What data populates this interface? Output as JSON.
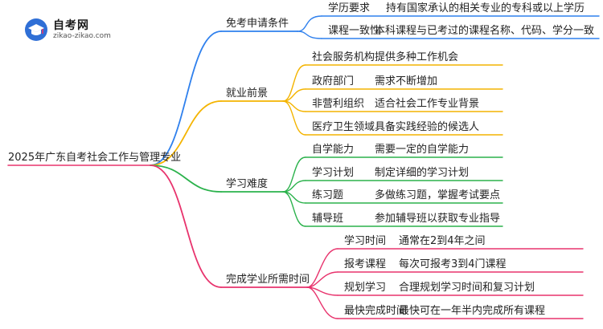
{
  "logo": {
    "title": "自考网",
    "url": "zikao-zikao.com"
  },
  "root": "2025年广东自考社会工作与管理专业",
  "branches": [
    {
      "label": "免考申请条件",
      "color": "#2f80ed",
      "items": [
        {
          "label": "学历要求",
          "detail": "持有国家承认的相关专业的专科或以上学历"
        },
        {
          "label": "课程一致性",
          "detail": "本科课程与已考过的课程名称、代码、学分一致"
        }
      ]
    },
    {
      "label": "就业前景",
      "color": "#f4b400",
      "items": [
        {
          "label": "社会服务机构",
          "detail": "提供多种工作机会"
        },
        {
          "label": "政府部门",
          "detail": "需求不断增加"
        },
        {
          "label": "非营利组织",
          "detail": "适合社会工作专业背景"
        },
        {
          "label": "医疗卫生领域",
          "detail": "具备实践经验的候选人"
        }
      ]
    },
    {
      "label": "学习难度",
      "color": "#2bb24c",
      "items": [
        {
          "label": "自学能力",
          "detail": "需要一定的自学能力"
        },
        {
          "label": "学习计划",
          "detail": "制定详细的学习计划"
        },
        {
          "label": "练习题",
          "detail": "多做练习题，掌握考试要点"
        },
        {
          "label": "辅导班",
          "detail": "参加辅导班以获取专业指导"
        }
      ]
    },
    {
      "label": "完成学业所需时间",
      "color": "#e8336d",
      "items": [
        {
          "label": "学习时间",
          "detail": "通常在2到4年之间"
        },
        {
          "label": "报考课程",
          "detail": "每次可报考3到4门课程"
        },
        {
          "label": "规划学习",
          "detail": "合理规划学习时间和复习计划"
        },
        {
          "label": "最快完成时间",
          "detail": "最快可在一年半内完成所有课程"
        }
      ]
    }
  ]
}
